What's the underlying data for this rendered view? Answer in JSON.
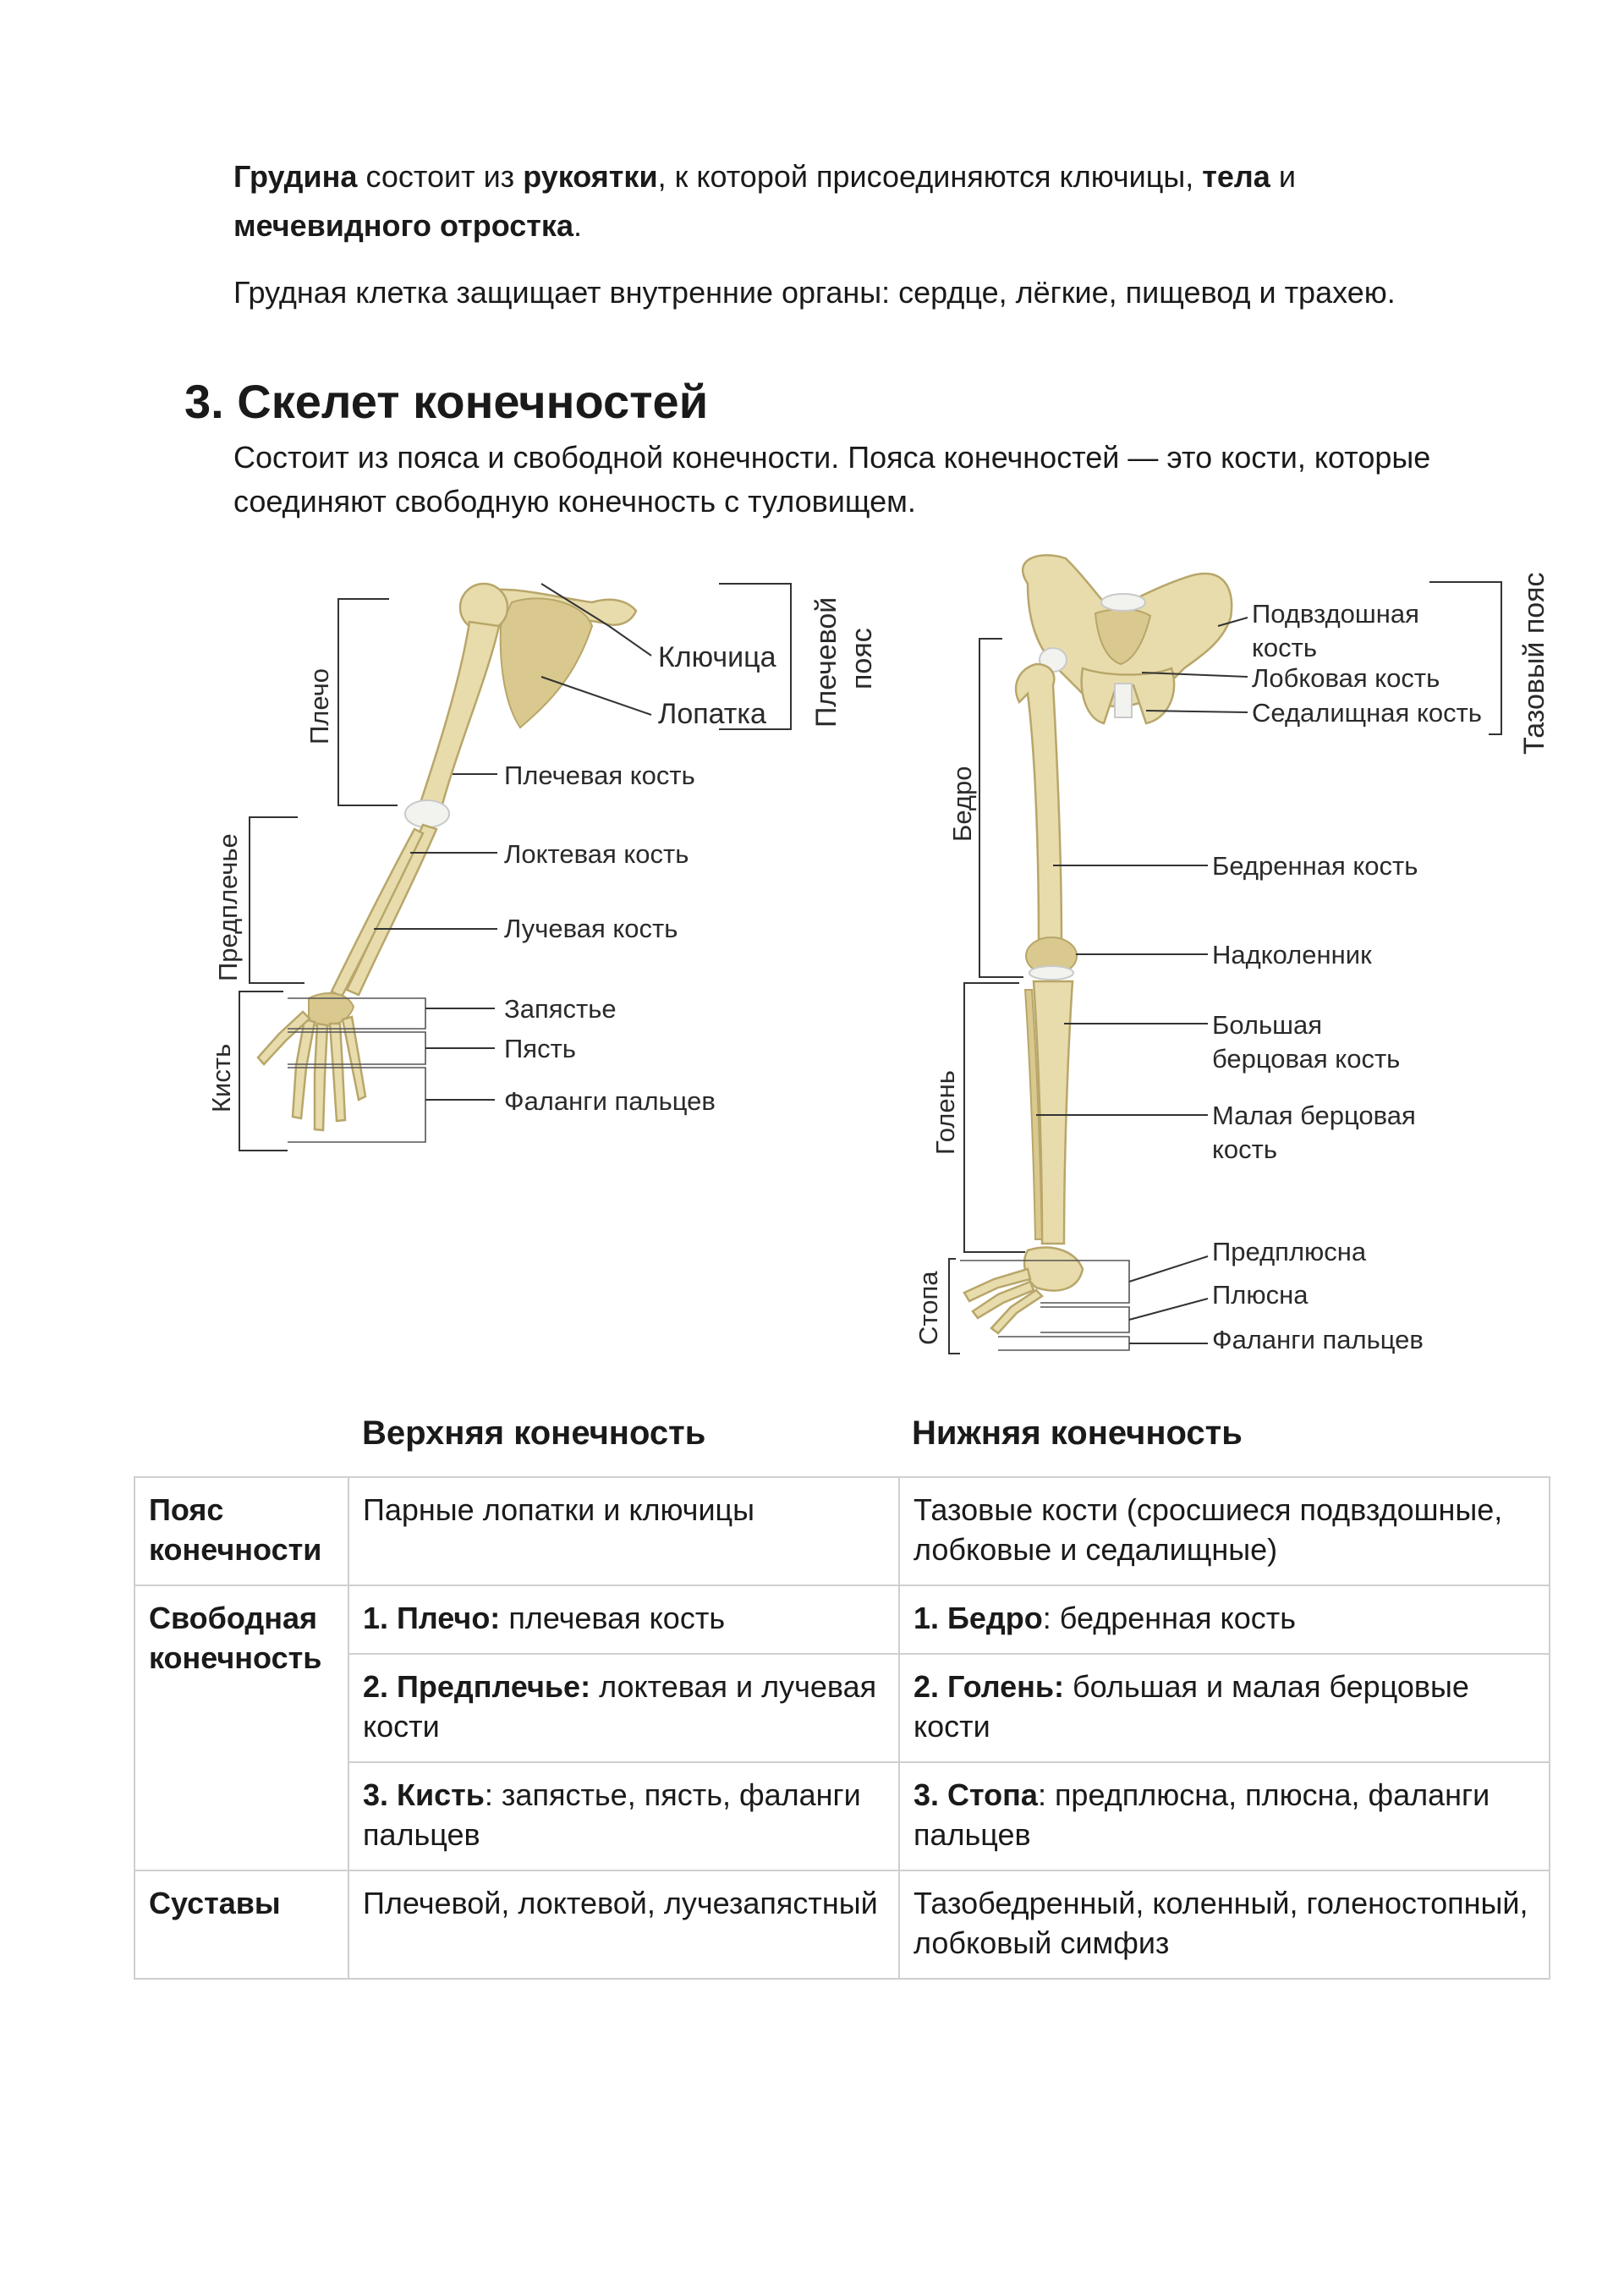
{
  "sternum": {
    "b1": "Грудина",
    "t1": " состоит из ",
    "b2": "рукоятки",
    "t2": ", к которой присоединяются ключицы, ",
    "b3": "тела",
    "t3": " и",
    "b4": "мечевидного отростка",
    "t4": "."
  },
  "chest_text": "Грудная клетка защищает внутренние органы: сердце, лёгкие, пищевод и трахею.",
  "section_title": "3. Скелет конечностей",
  "intro_line1": "Состоит из пояса и свободной конечности. Пояса конечностей — это кости, которые",
  "intro_line2": "соединяют свободную конечность с туловищем.",
  "arm_labels": {
    "shoulder_girdle_1": "Плечевой",
    "shoulder_girdle_2": "пояс",
    "clavicle": "Ключица",
    "scapula": "Лопатка",
    "upper_arm": "Плечо",
    "humerus": "Плечевая кость",
    "forearm": "Предплечье",
    "ulna": "Локтевая кость",
    "radius": "Лучевая кость",
    "hand": "Кисть",
    "carpus": "Запястье",
    "metacarpus": "Пясть",
    "phalanges": "Фаланги пальцев"
  },
  "leg_labels": {
    "pelvic_girdle": "Тазовый пояс",
    "ilium_1": "Подвздошная",
    "ilium_2": "кость",
    "pubis": "Лобковая кость",
    "ischium": "Седалищная кость",
    "thigh": "Бедро",
    "femur": "Бедренная кость",
    "patella": "Надколенник",
    "tibia_1": "Большая",
    "tibia_2": "берцовая кость",
    "fibula_1": "Малая берцовая",
    "fibula_2": "кость",
    "shin": "Голень",
    "tarsus": "Предплюсна",
    "metatarsus": "Плюсна",
    "phalanges": "Фаланги пальцев",
    "foot": "Стопа"
  },
  "table": {
    "col_upper": "Верхняя конечность",
    "col_lower": "Нижняя конечность",
    "rows": {
      "girdle": {
        "head": "Пояс конечности",
        "upper": "Парные лопатки и ключицы",
        "lower": "Тазовые кости (сросшиеся подвздошные, лобковые и седалищные)"
      },
      "free": {
        "head": "Свободная конечность",
        "r1": {
          "upper_b": "1. Плечо:",
          "upper_t": " плечевая кость",
          "lower_b": "1. Бедро",
          "lower_t": ": бедренная кость"
        },
        "r2": {
          "upper_b": "2. Предплечье:",
          "upper_t": " локтевая и лучевая кости",
          "lower_b": "2. Голень:",
          "lower_t": " большая и малая берцовые кости"
        },
        "r3": {
          "upper_b": "3. Кисть",
          "upper_t": ": запястье, пясть, фаланги пальцев",
          "lower_b": "3. Стопа",
          "lower_t": ": предплюсна, плюсна, фаланги пальцев"
        }
      },
      "joints": {
        "head": "Суставы",
        "upper": "Плечевой, локтевой, лучезапястный",
        "lower": "Тазобедренный, коленный, голеностопный, лобковый симфиз"
      }
    }
  }
}
